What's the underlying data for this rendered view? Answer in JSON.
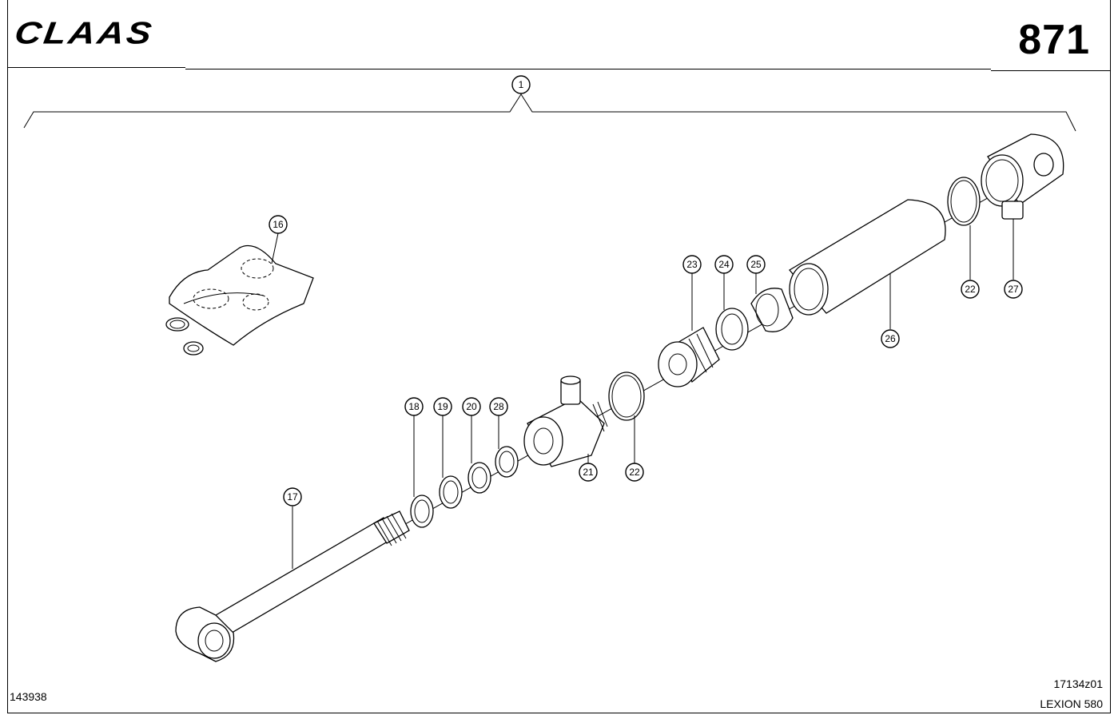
{
  "header": {
    "brand": "CLAAS",
    "page_number": "871"
  },
  "footer": {
    "image_number": "143938",
    "drawing_number": "17134z01",
    "model": "LEXION 580"
  },
  "callouts": {
    "c1": "1",
    "c16": "16",
    "c17": "17",
    "c18": "18",
    "c19": "19",
    "c20": "20",
    "c28": "28",
    "c21": "21",
    "c22a": "22",
    "c23": "23",
    "c24": "24",
    "c25": "25",
    "c26": "26",
    "c22b": "22",
    "c27": "27"
  }
}
